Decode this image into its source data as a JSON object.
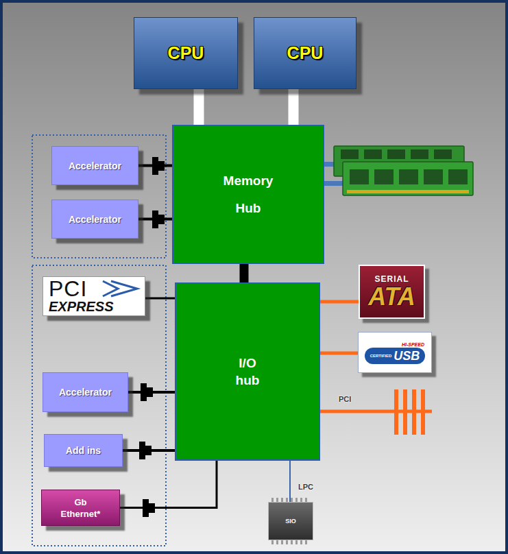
{
  "diagram": {
    "nodes": [
      {
        "text": [
          "CPU"
        ]
      },
      {
        "text": [
          "CPU"
        ]
      },
      {
        "text": [
          "Memory Hub"
        ]
      },
      {
        "text": [
          "Accelerator"
        ]
      },
      {
        "text": [
          "Accelerator"
        ]
      },
      {
        "text": [
          "PCI",
          "EXPRESS"
        ]
      },
      {
        "text": [
          "I/O hub"
        ]
      },
      {
        "text": [
          "SERIAL",
          "ATA"
        ]
      },
      {
        "text": [
          "HI-SPEED",
          "CERTIFIED",
          "USB"
        ]
      },
      {
        "text": [
          "Accelerator"
        ]
      },
      {
        "text": [
          "Add ins"
        ]
      },
      {
        "text": [
          "Gb Ethernet*"
        ]
      },
      {
        "text": [
          "SIO"
        ]
      }
    ],
    "edges": [
      {
        "from": 0,
        "to": 2,
        "arrow": "none"
      },
      {
        "from": 1,
        "to": 2,
        "arrow": "none"
      },
      {
        "from": 3,
        "to": 2,
        "arrow": "none"
      },
      {
        "from": 4,
        "to": 2,
        "arrow": "none"
      },
      {
        "from": 2,
        "to": 6,
        "arrow": "none"
      },
      {
        "from": 5,
        "to": 6,
        "arrow": "none"
      },
      {
        "from": 6,
        "to": 7,
        "arrow": "none"
      },
      {
        "from": 6,
        "to": 8,
        "arrow": "none"
      },
      {
        "from": 9,
        "to": 6,
        "arrow": "none"
      },
      {
        "from": 10,
        "to": 6,
        "arrow": "none"
      },
      {
        "from": 11,
        "to": 6,
        "arrow": "none"
      },
      {
        "from": 6,
        "to": 12,
        "label": "LPC",
        "arrow": "none"
      }
    ],
    "labels": [
      "PCI"
    ]
  }
}
